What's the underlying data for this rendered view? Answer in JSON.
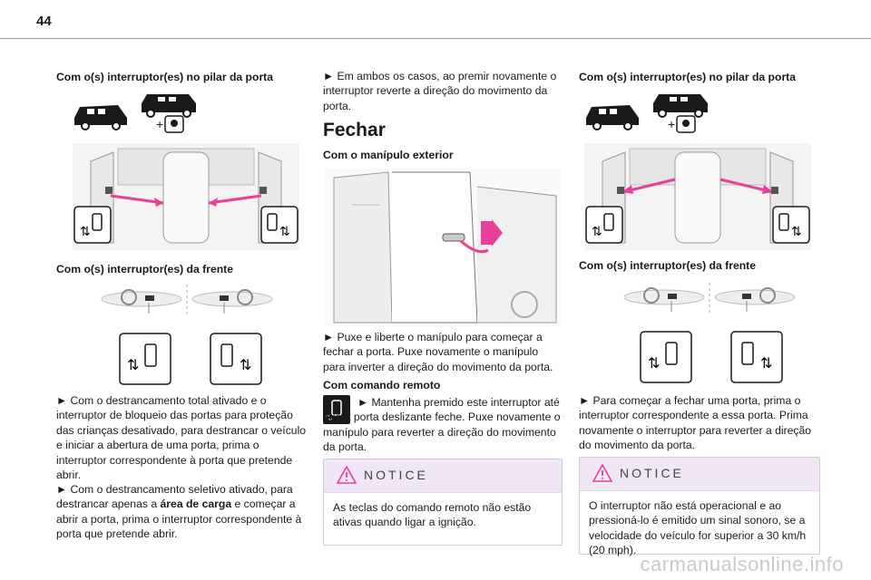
{
  "page_number": "44",
  "col1": {
    "heading1": "Com o(s) interruptor(es) no pilar da porta",
    "heading2": "Com o(s) interruptor(es) da frente",
    "para1": "► Com o destrancamento total ativado e o interruptor de bloqueio das portas para proteção das crianças desativado, para destrancar o veículo e iniciar a abertura de uma porta, prima o interruptor correspondente à porta que pretende abrir.",
    "para2_pre": "► Com o destrancamento seletivo ativado, para destrancar apenas a ",
    "para2_bold": "área de carga",
    "para2_post": " e começar a abrir a porta, prima o interruptor correspondente à porta que pretende abrir."
  },
  "col2": {
    "intro": "► Em ambos os casos, ao premir novamente o interruptor reverte a direção do movimento da porta.",
    "title": "Fechar",
    "heading1": "Com o manípulo exterior",
    "para1": "► Puxe e liberte o manípulo para começar a fechar a porta. Puxe novamente o manípulo para inverter a direção do movimento da porta.",
    "heading2": "Com comando remoto",
    "para2": "► Mantenha premido este interruptor até que a porta deslizante feche. Puxe novamente o manípulo para reverter a direção do movimento da porta.",
    "notice_title": "NOTICE",
    "notice_text": "As teclas do comando remoto não estão ativas quando ligar a ignição."
  },
  "col3": {
    "heading1": "Com o(s) interruptor(es) no pilar da porta",
    "heading2": "Com o(s) interruptor(es) da frente",
    "para1": "► Para começar a fechar uma porta, prima o interruptor correspondente a essa porta. Prima novamente o interruptor para reverter a direção do movimento da porta.",
    "notice_title": "NOTICE",
    "notice_text": "O interruptor não está operacional e ao pressioná-lo é emitido um sinal sonoro, se a velocidade do veículo for superior a 30 km/h (20 mph)."
  },
  "watermark": "carmanualsonline.info",
  "colors": {
    "accent_arrow": "#e8409a",
    "notice_bg": "#f0e6f5",
    "warning": "#e8409a"
  }
}
